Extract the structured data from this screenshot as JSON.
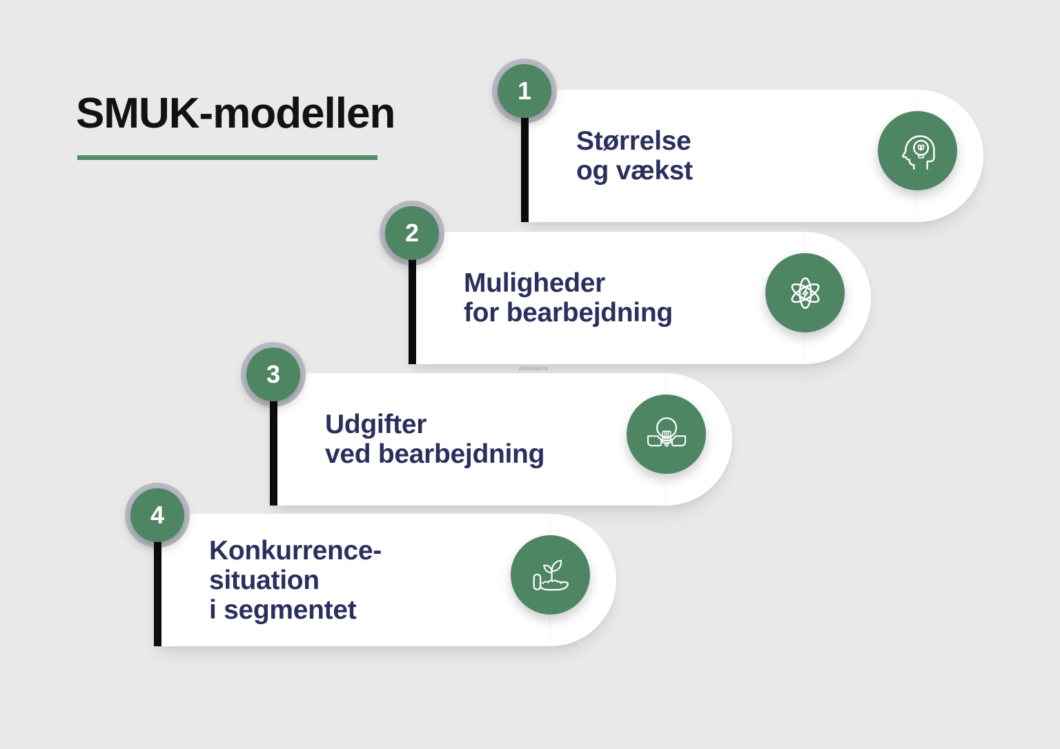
{
  "title": {
    "text": "SMUK-modellen"
  },
  "watermark": "#EBEAEA78",
  "colors": {
    "background": "#e9e9e9",
    "card": "#ffffff",
    "accent_green": "#4e8563",
    "underline_green": "#578c6a",
    "number_ring_gray": "#b6b8c2",
    "step_text_navy": "#2a2f5e",
    "connector_line_black": "#0c0c0c",
    "icon_stroke_white": "#ffffff",
    "title_black": "#121212"
  },
  "steps": [
    {
      "number": "1",
      "lines": [
        "Størrelse",
        "og vækst"
      ],
      "icon": "head-lightbulb-icon"
    },
    {
      "number": "2",
      "lines": [
        "Muligheder",
        "for bearbejdning"
      ],
      "icon": "atom-energy-icon"
    },
    {
      "number": "3",
      "lines": [
        "Udgifter",
        "ved bearbejdning"
      ],
      "icon": "lightbulb-hands-icon"
    },
    {
      "number": "4",
      "lines": [
        "Konkurrence-",
        "situation",
        "i segmentet"
      ],
      "icon": "hand-sprout-icon"
    }
  ]
}
